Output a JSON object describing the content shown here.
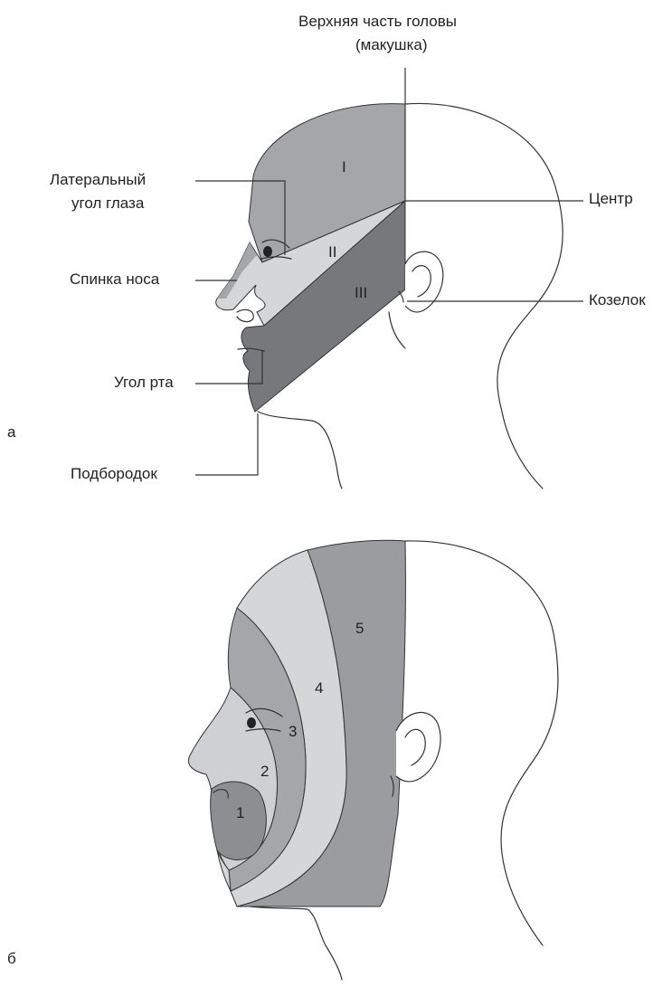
{
  "diagram_a": {
    "panel_letter": "а",
    "labels": {
      "top": "Верхняя часть головы",
      "top_sub": "(макушка)",
      "lateral_eye_line1": "Латеральный",
      "lateral_eye_line2": "угол глаза",
      "nose_bridge": "Спинка носа",
      "mouth_corner": "Угол рта",
      "chin": "Подбородок",
      "center": "Центр",
      "tragus": "Козелок"
    },
    "zones": [
      "I",
      "II",
      "III"
    ],
    "zone_colors": [
      "#a4a6aa",
      "#d5d6d8",
      "#76787c"
    ]
  },
  "diagram_b": {
    "panel_letter": "б",
    "zones": [
      "1",
      "2",
      "3",
      "4",
      "5"
    ],
    "zone_colors": [
      "#8c8e92",
      "#cfd0d3",
      "#a4a6aa",
      "#d5d6d8",
      "#9a9ca0"
    ]
  }
}
